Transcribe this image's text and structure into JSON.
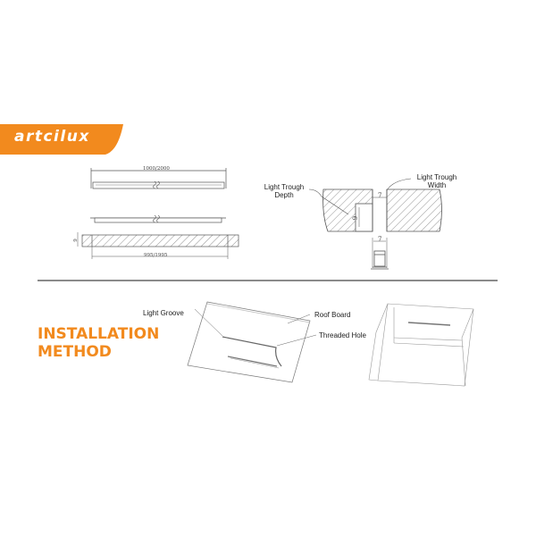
{
  "brand": {
    "name": "ARTCILUX",
    "display": "artcilux",
    "color": "#f28a1e"
  },
  "dimensions_drawing": {
    "total_length": "1000/2000",
    "base_length": "995/1995",
    "height_mark": "9",
    "break_symbol": "≈"
  },
  "trough_drawing": {
    "depth_label": "Light Trough Depth",
    "depth_label_lines": [
      "Light Trough",
      "Depth"
    ],
    "width_label_lines": [
      "Light Trough",
      "Width"
    ],
    "width_value": "7",
    "depth_value": "9",
    "profile_width_value": "7"
  },
  "installation": {
    "title_lines": [
      "INSTALLATION",
      "METHOD"
    ],
    "title_color": "#f28a1e",
    "labels": {
      "light_groove": "Light Groove",
      "roof_board": "Roof Board",
      "threaded_hole": "Threaded Hole"
    }
  }
}
